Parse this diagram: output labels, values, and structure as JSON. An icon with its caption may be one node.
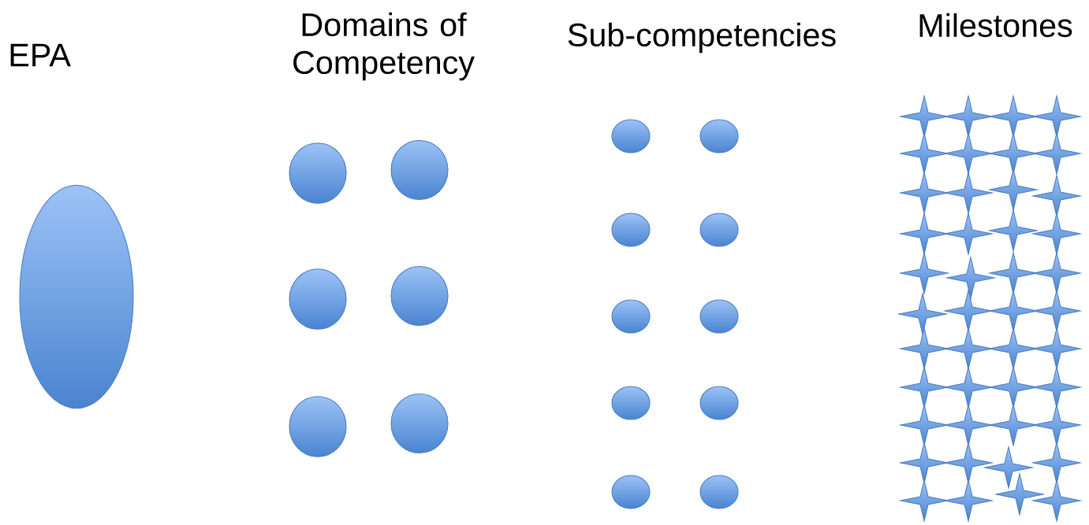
{
  "diagram": {
    "labels": [
      "EPA",
      "Domains of Competency",
      "Sub-competencies",
      "Milestones"
    ]
  }
}
